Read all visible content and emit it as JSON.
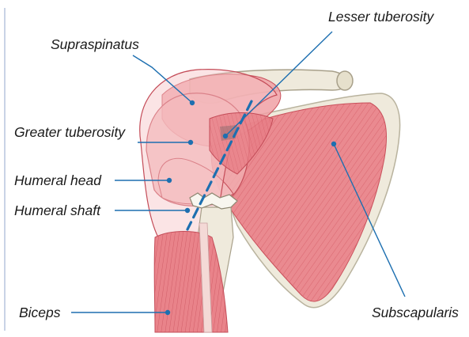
{
  "labels": {
    "supraspinatus": "Supraspinatus",
    "lesser_tuberosity": "Lesser tuberosity",
    "greater_tuberosity": "Greater tuberosity",
    "humeral_head": "Humeral head",
    "humeral_shaft": "Humeral shaft",
    "biceps": "Biceps",
    "subscapularis": "Subscapularis"
  },
  "colors": {
    "leader_line": "#1d6fb0",
    "dashed_axis": "#1d6fb0",
    "muscle": "#e8848a",
    "bone": "#efeadc",
    "side_rule": "#c9d3e6"
  }
}
